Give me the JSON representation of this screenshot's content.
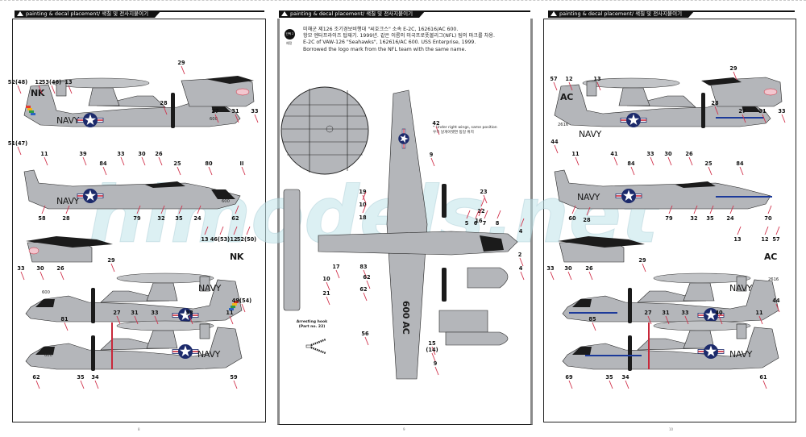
{
  "document": {
    "type": "model kit decal placement instructions",
    "aircraft": "E-2C Hawkeye"
  },
  "pages": [
    {
      "id": "left",
      "header": "painting & decal placement/ 색칠 및 전사지붙이기",
      "page_number": "8",
      "views": [
        {
          "name": "left-side-view-vaw126-nk",
          "tail_code": "NK",
          "modex": "600",
          "fuselage_text": "NAVY"
        },
        {
          "name": "radome-detail-top"
        },
        {
          "name": "top-view",
          "modex": "600",
          "fuselage_text": "NAVY"
        },
        {
          "name": "cockpit-detail"
        },
        {
          "name": "right-side-view",
          "tail_code": "NK",
          "modex": "600",
          "fuselage_text": "NAVY"
        },
        {
          "name": "bottom-side-view",
          "modex": "600",
          "fuselage_text": "NAVY"
        }
      ],
      "callouts": [
        "29",
        "52(48)",
        "12",
        "53(46)",
        "13",
        "28",
        "27",
        "31",
        "33",
        "51(47)",
        "11",
        "39",
        "33",
        "30",
        "26",
        "84",
        "25",
        "80",
        "II",
        "58",
        "79",
        "32",
        "35",
        "24",
        "62",
        "28",
        "13",
        "46(53)",
        "12",
        "52(50)",
        "33",
        "30",
        "26",
        "29",
        "27",
        "31",
        "33",
        "38",
        "11",
        "49(54)",
        "81",
        "62",
        "35",
        "34",
        "59"
      ]
    },
    {
      "id": "middle",
      "header": "painting & decal placement/ 색칠 및 전사지붙이기",
      "page_number": "9",
      "badge": {
        "label": "선택 2",
        "caption": "예정"
      },
      "description": [
        "미해군 제126 조기경보비행대 \"씨호크스\" 소속 E-2C, 162616/AC 600.",
        "항모 엔터프라이즈 탑재기. 1999년. 같은 이름의 미국프로풋볼리그(NFL) 팀의 마크를 차용.",
        "E-2C of  VAW-126 \"Seahawks\", 162616/AC 600. USS Enterprise, 1999.",
        "Borrowed the logo mark from the NFL team with the same name."
      ],
      "wing_note": {
        "number": "42",
        "lines": [
          "* Under right wings, same position",
          "우측 날개아랫면 동일 위치"
        ]
      },
      "arresting_hook": {
        "title": "Arresting hook",
        "subtitle": "(Part no. 22)",
        "labels": [
          "a",
          "b"
        ]
      },
      "wing_text": "600 AC",
      "callouts": [
        "42",
        "9",
        "19",
        "10",
        "18",
        "17",
        "83",
        "62",
        "62",
        "10",
        "21",
        "23",
        "22",
        "16",
        "5",
        "6",
        "7",
        "8",
        "4",
        "2",
        "4",
        "56",
        "15",
        "(14)",
        "9"
      ]
    },
    {
      "id": "right",
      "header": "painting & decal placement/ 색칠 및 전사지붙이기",
      "page_number": "10",
      "views": [
        {
          "name": "left-side-view-vaw126-ac",
          "tail_code": "AC",
          "tail_number": "2616",
          "modex": "600",
          "fuselage_text": "NAVY"
        },
        {
          "name": "radome-detail-top"
        },
        {
          "name": "top-view",
          "modex": "600",
          "fuselage_text": "NAVY"
        },
        {
          "name": "cockpit-detail"
        },
        {
          "name": "right-side-view",
          "tail_code": "AC",
          "tail_number": "2616",
          "modex": "600",
          "fuselage_text": "NAVY"
        },
        {
          "name": "bottom-side-view",
          "modex": "600",
          "fuselage_text": "NAVY"
        }
      ],
      "callouts": [
        "57",
        "12",
        "13",
        "29",
        "28",
        "27",
        "31",
        "33",
        "44",
        "11",
        "41",
        "33",
        "30",
        "26",
        "84",
        "25",
        "84",
        "60",
        "79",
        "32",
        "35",
        "24",
        "70",
        "28",
        "13",
        "12",
        "57",
        "33",
        "30",
        "26",
        "29",
        "27",
        "31",
        "33",
        "40",
        "11",
        "44",
        "85",
        "69",
        "35",
        "34",
        "61"
      ]
    }
  ],
  "watermark": "hlmodels.net",
  "colors": {
    "aircraft_gray": "#b4b6ba",
    "leader_line": "#d0304a",
    "insignia_blue": "#1c2a6b",
    "stripe_blue": "#1c3a9a",
    "watermark": "#bfe3ea"
  }
}
